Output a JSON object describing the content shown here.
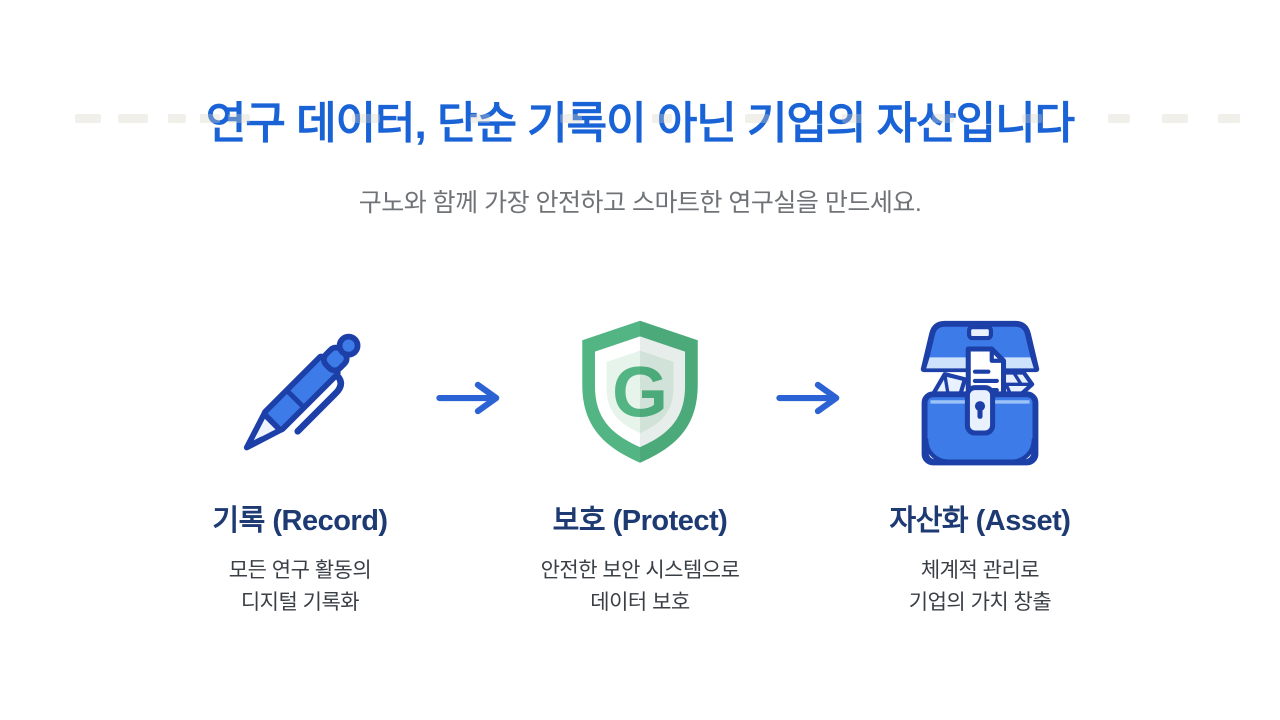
{
  "slide": {
    "title": "연구 데이터, 단순 기록이 아닌 기업의 자산입니다",
    "subtitle": "구노와 함께 가장 안전하고 스마트한 연구실을 만드세요."
  },
  "steps": [
    {
      "icon": "pen-icon",
      "heading": "기록 (Record)",
      "desc_line1": "모든 연구 활동의",
      "desc_line2": "디지털 기록화"
    },
    {
      "icon": "shield-g-icon",
      "heading": "보호 (Protect)",
      "desc_line1": "안전한 보안 시스템으로",
      "desc_line2": "데이터 보호"
    },
    {
      "icon": "treasure-chest-icon",
      "heading": "자산화 (Asset)",
      "desc_line1": "체계적 관리로",
      "desc_line2": "기업의 가치 창출"
    }
  ],
  "shield_letter": "G",
  "colors": {
    "title_blue": "#1a63d6",
    "subtitle_gray": "#6f7276",
    "heading_navy": "#1d3a73",
    "desc_gray": "#3a3f45",
    "arrow_blue": "#2b63d4",
    "icon_blue_fill": "#3d7ce8",
    "icon_blue_outline": "#1c3fa8",
    "icon_light_blue": "#e8f1fd",
    "shield_green": "#53b583",
    "shield_pale": "#e7f4ec",
    "background": "#ffffff"
  }
}
